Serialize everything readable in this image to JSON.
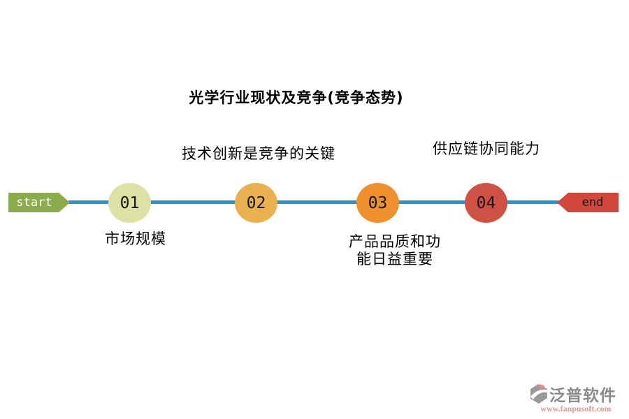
{
  "title": {
    "text": "光学行业现状及竞争(竞争态势)"
  },
  "timeline": {
    "line_color": "#2b93cc",
    "start": {
      "label": "start",
      "color": "#8cac4c",
      "text_color": "#ffffff"
    },
    "end": {
      "label": "end",
      "color": "#d2473c",
      "text_color": "#1a1a1a"
    },
    "steps": [
      {
        "number": "01",
        "label": "市场规模",
        "label_position": "below",
        "color": "#dde2a4"
      },
      {
        "number": "02",
        "label": "技术创新是竞争的关键",
        "label_position": "above",
        "color": "#e9b14d"
      },
      {
        "number": "03",
        "label": "产品品质和功能日益重要",
        "label_position": "below",
        "color": "#ef902c"
      },
      {
        "number": "04",
        "label": "供应链协同能力",
        "label_position": "above",
        "color": "#cd5244"
      }
    ]
  },
  "watermark": {
    "brand": "泛普软件",
    "url": "www.fanpusoft.com"
  }
}
